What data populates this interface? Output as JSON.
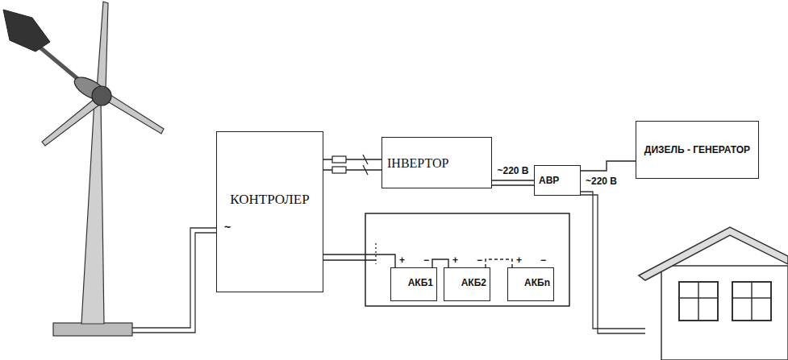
{
  "diagram": {
    "nodes": [
      {
        "text": [
          "КОНТРОЛЕР"
        ]
      },
      {
        "text": [
          "ІНВЕРТОР"
        ]
      },
      {
        "text": [
          "АВР"
        ]
      },
      {
        "text": [
          "ДИЗЕЛЬ - ГЕНЕРАТОР"
        ]
      },
      {
        "text": [
          "АКБ1"
        ]
      },
      {
        "text": [
          "АКБ2"
        ]
      },
      {
        "text": [
          "АКБn"
        ]
      }
    ],
    "edges": [
      {
        "from": 0,
        "to": 1,
        "arrow": "none"
      },
      {
        "from": 1,
        "to": 2,
        "label": "~220 В",
        "arrow": "none"
      },
      {
        "from": 3,
        "to": 2,
        "arrow": "none"
      },
      {
        "from": 0,
        "to": 4,
        "arrow": "none"
      },
      {
        "from": 4,
        "to": 5,
        "arrow": "none"
      },
      {
        "from": 5,
        "to": 6,
        "arrow": "none"
      }
    ],
    "labels": [
      "~220 В",
      "~",
      "+",
      "−",
      "+",
      "−",
      "+",
      "−"
    ]
  }
}
